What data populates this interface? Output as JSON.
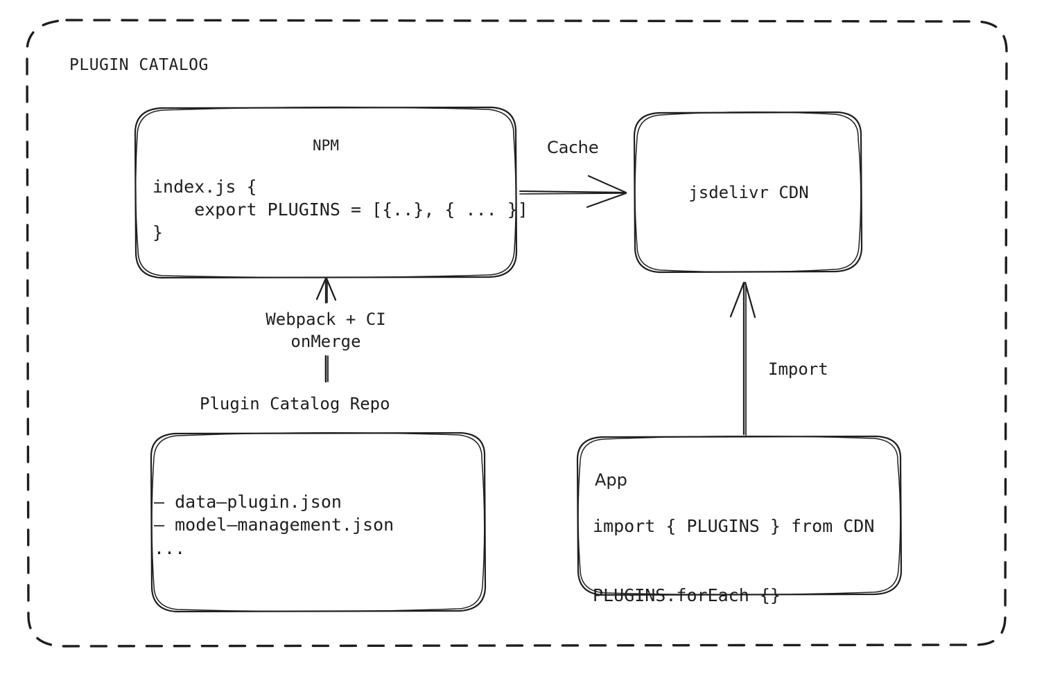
{
  "diagram": {
    "type": "architecture-flow",
    "frame_label": "PLUGIN CATALOG",
    "background": "#ffffff",
    "stroke_color": "#1e1e1e",
    "style": "hand-drawn"
  },
  "nodes": {
    "npm": {
      "title": "NPM",
      "code_lines": "index.js {\n    export PLUGINS = [{..}, { ... }]\n}"
    },
    "cdn": {
      "title": "jsdelivr CDN"
    },
    "repo": {
      "caption": "Plugin Catalog Repo",
      "items": "– data–plugin.json\n– model–management.json\n..."
    },
    "app": {
      "title": "App",
      "code_lines": "import { PLUGINS } from CDN\n\nPLUGINS.forEach {}"
    }
  },
  "edges": {
    "cache": {
      "label": "Cache",
      "from": "npm",
      "to": "cdn",
      "direction": "right"
    },
    "build": {
      "label": "Webpack + CI\nonMerge",
      "from": "repo",
      "to": "npm",
      "direction": "up"
    },
    "import": {
      "label": "Import",
      "from": "app",
      "to": "cdn",
      "direction": "up"
    }
  }
}
